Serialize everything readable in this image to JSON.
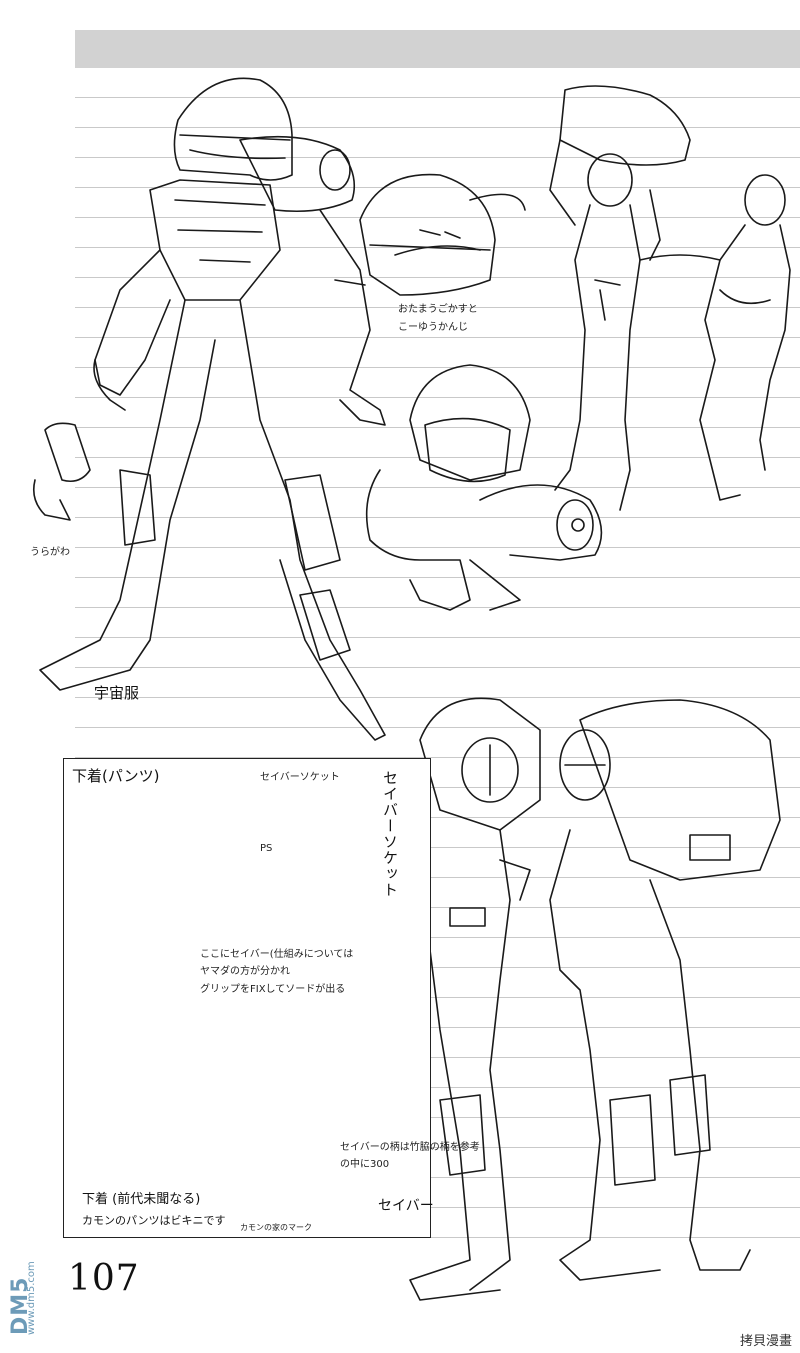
{
  "page": {
    "page_number": "107",
    "labels": {
      "spacesuit": "宇宙服",
      "underwear_title": "下着(パンツ)",
      "saber_socket_small": "セイバーソケット",
      "saber_socket_vertical": "セイバーソケット",
      "saber": "セイバー",
      "underwear_note_1": "下着 (前代未聞なる)",
      "underwear_note_2": "カモンのパンツはビキニです",
      "note_helmet_1": "おたまうごかすと",
      "note_helmet_2": "こーゆうかんじ",
      "note_hand": "うらがわ",
      "note_ps": "PS",
      "note_socket_1": "ここにセイバー(仕組みについては",
      "note_socket_2": "ヤマダの方が分かれ",
      "note_socket_3": "グリップをFIXしてソードが出る",
      "note_saber_1": "セイバーの柄は竹脇の柄を参考",
      "note_saber_2": "の中に300",
      "note_mark": "カモンの家のマーク"
    }
  },
  "watermarks": {
    "left_logo": "DM5",
    "left_domain": "www.dm5.com",
    "bottom_right": "拷貝漫畫"
  },
  "colors": {
    "header_band": "#d2d2d2",
    "ruled_line": "#c9c9c9",
    "ink": "#1a1a1a",
    "watermark_blue": "#6d9bb8"
  }
}
